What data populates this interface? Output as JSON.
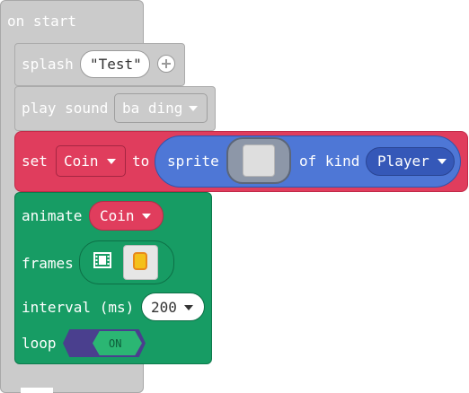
{
  "event": {
    "label": "on start"
  },
  "splash": {
    "label": "splash",
    "value": "\"Test\""
  },
  "play_sound": {
    "label": "play sound",
    "sound": "ba ding"
  },
  "set_block": {
    "label": "set",
    "variable": "Coin",
    "to_label": "to",
    "sprite_label": "sprite",
    "kind_label": "of kind",
    "kind": "Player"
  },
  "animate_block": {
    "label": "animate",
    "variable": "Coin",
    "frames_label": "frames",
    "interval_label": "interval (ms)",
    "interval": "200",
    "loop_label": "loop",
    "loop_state": "ON"
  },
  "colors": {
    "event_grey": "#cbcbcb",
    "set_red": "#e03d5d",
    "sprite_blue": "#4e77d6",
    "kind_blue": "#3558b8",
    "animation_green": "#179c64",
    "toggle_purple": "#4a3f8e",
    "toggle_on_green": "#2bb673",
    "coin_yellow": "#f4c01a"
  },
  "icons": {
    "add": "plus-circle-icon",
    "frames": "film-icon",
    "dropdown": "caret-down-icon"
  }
}
